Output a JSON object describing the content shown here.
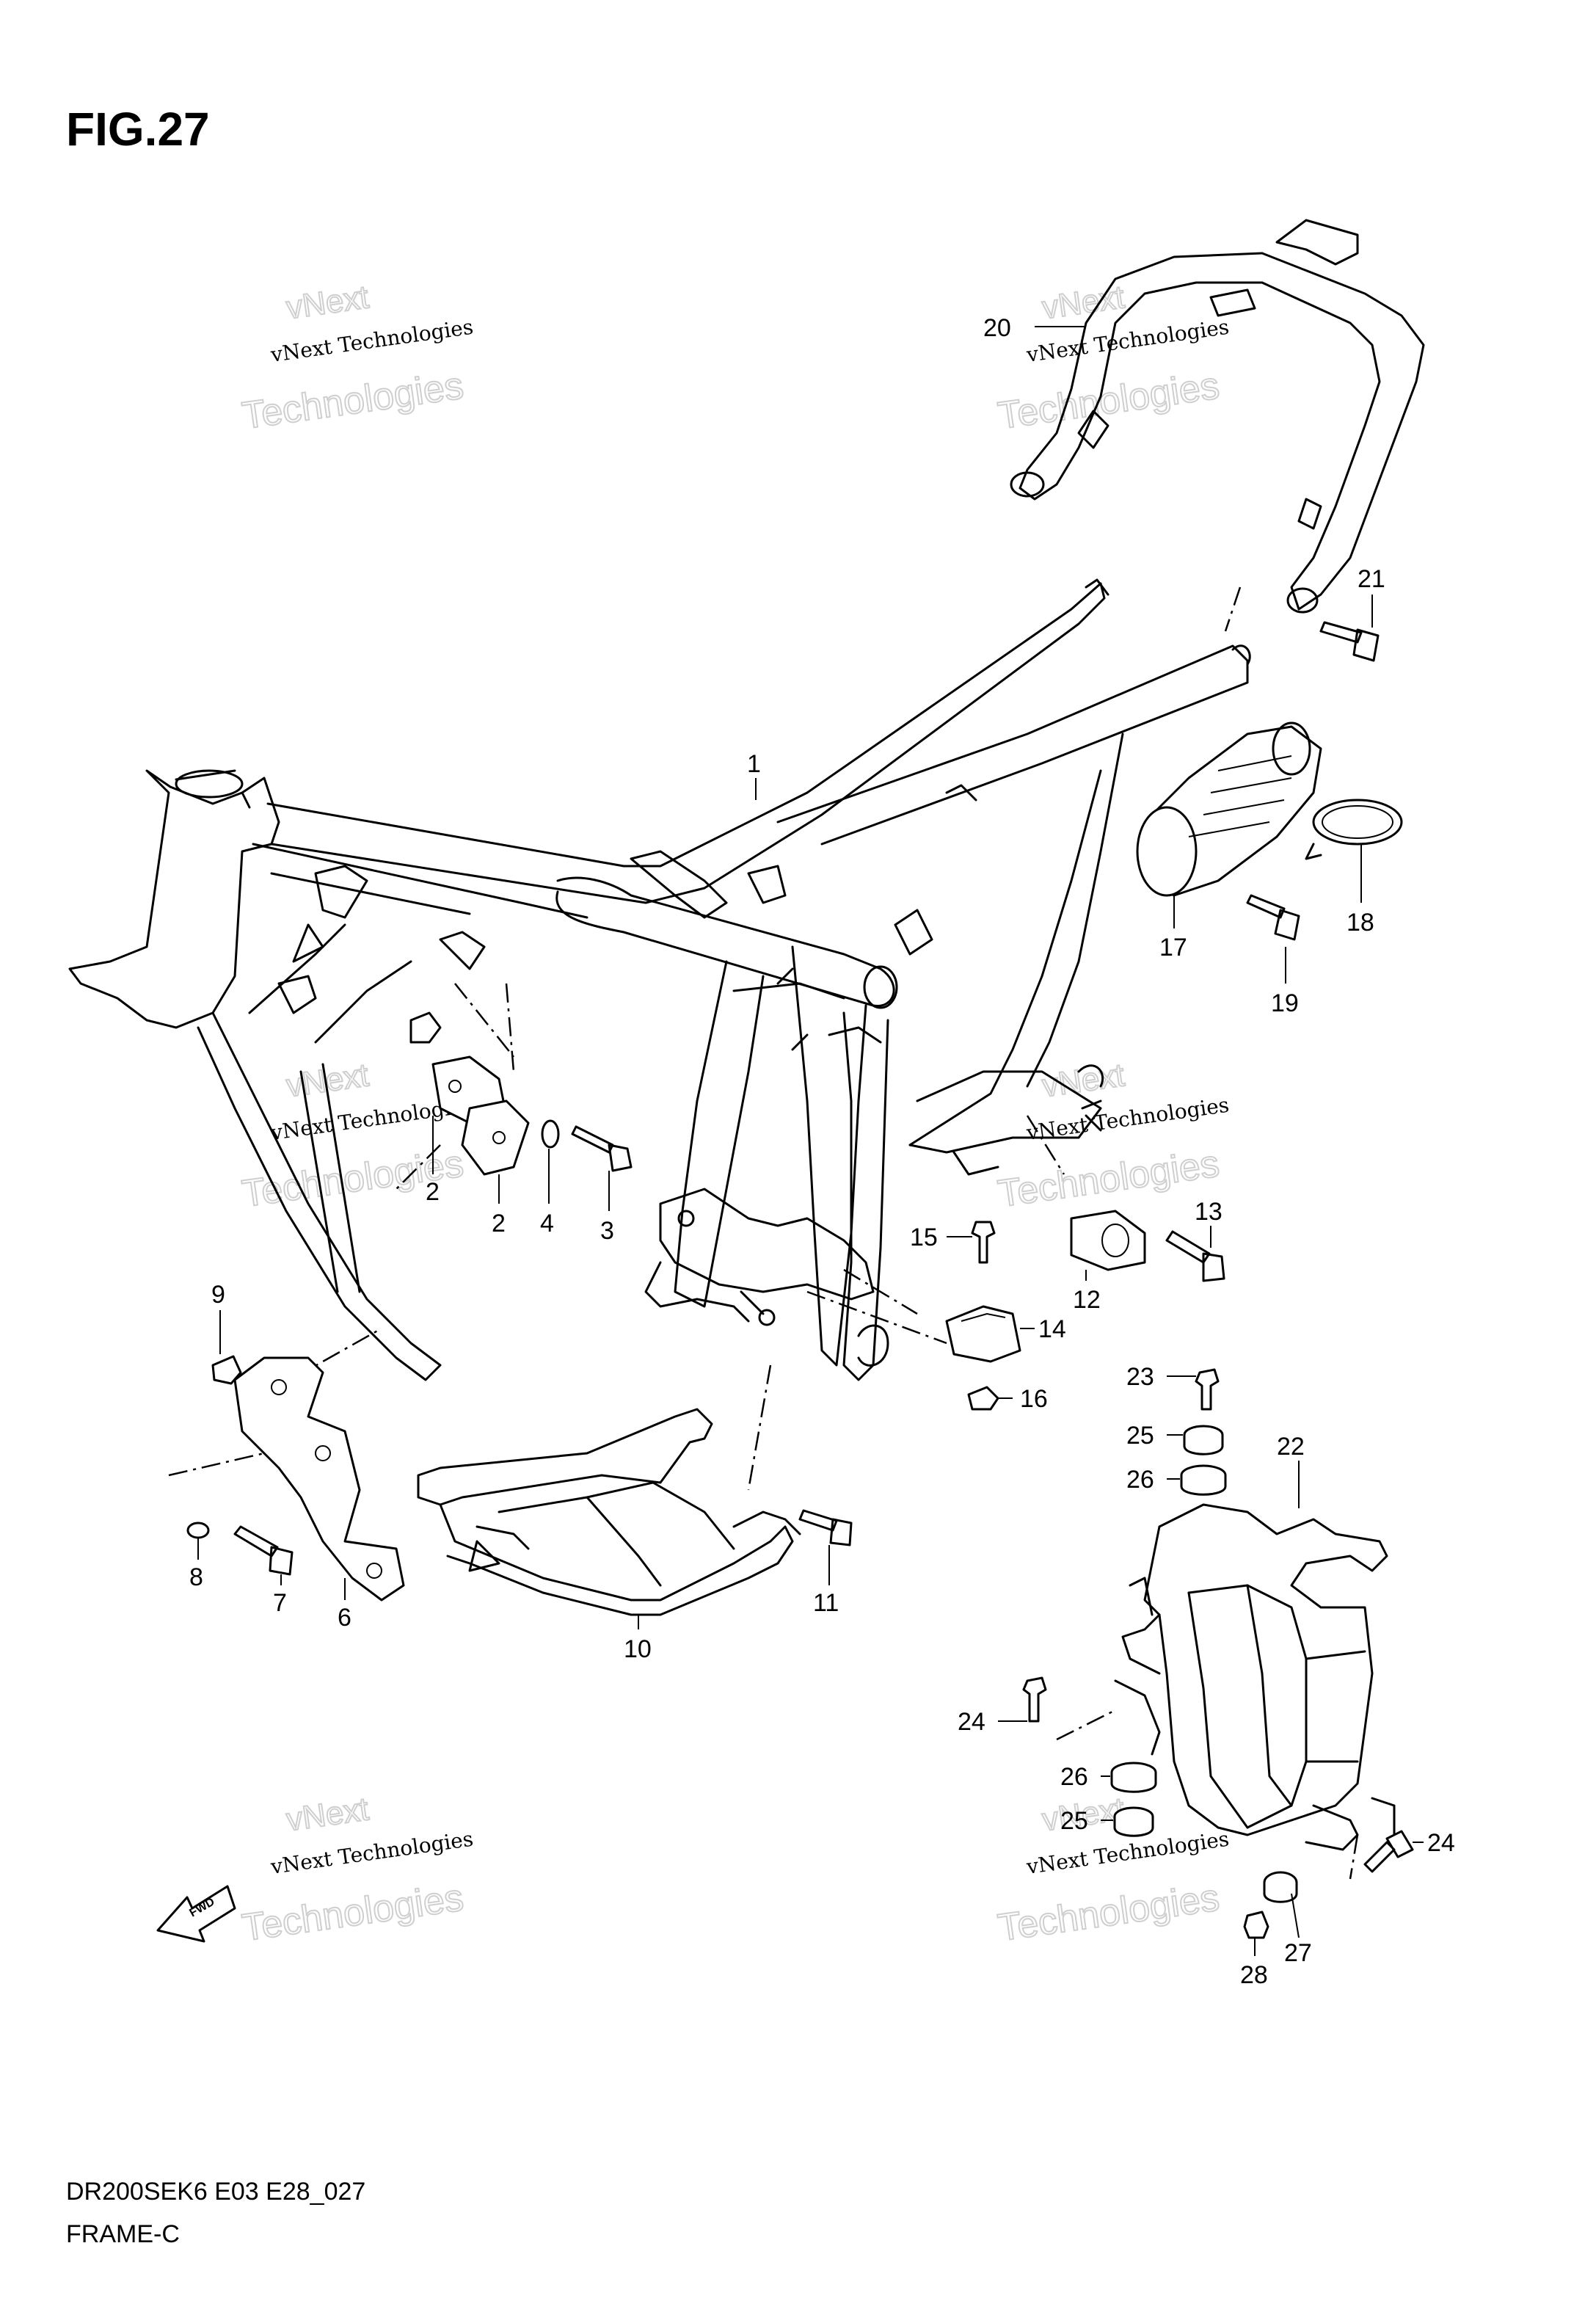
{
  "title": "FIG.27",
  "footer": {
    "code": "DR200SEK6 E03 E28_027",
    "section": "FRAME-C"
  },
  "watermark": {
    "line1": "vNext Technologies",
    "line2": "Technologies",
    "top": "vNext"
  },
  "fwd_label": "FWD",
  "labels": {
    "1": "1",
    "2a": "2",
    "2b": "2",
    "3": "3",
    "4": "4",
    "6": "6",
    "7": "7",
    "8": "8",
    "9": "9",
    "10": "10",
    "11": "11",
    "12": "12",
    "13": "13",
    "14": "14",
    "15": "15",
    "16": "16",
    "17": "17",
    "18": "18",
    "19": "19",
    "20": "20",
    "21": "21",
    "22": "22",
    "23": "23",
    "24a": "24",
    "24b": "24",
    "25a": "25",
    "25b": "25",
    "26a": "26",
    "26b": "26",
    "27": "27",
    "28": "28"
  }
}
